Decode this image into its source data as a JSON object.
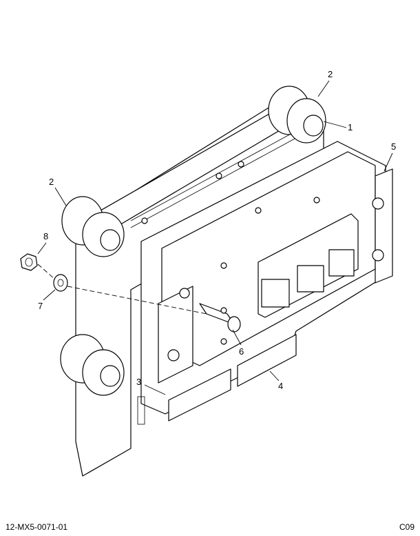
{
  "callouts": [
    {
      "id": "callout-2-top",
      "label": "2"
    },
    {
      "id": "callout-1",
      "label": "1"
    },
    {
      "id": "callout-5",
      "label": "5"
    },
    {
      "id": "callout-2-left",
      "label": "2"
    },
    {
      "id": "callout-8",
      "label": "8"
    },
    {
      "id": "callout-7",
      "label": "7"
    },
    {
      "id": "callout-6",
      "label": "6"
    },
    {
      "id": "callout-3",
      "label": "3"
    },
    {
      "id": "callout-4",
      "label": "4"
    }
  ],
  "footer": {
    "drawing_number": "12-MX5-0071-01",
    "page_code": "C09"
  }
}
